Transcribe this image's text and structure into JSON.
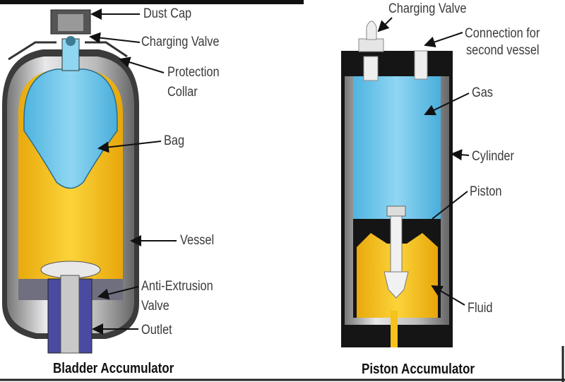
{
  "bladder": {
    "title": "Bladder Accumulator",
    "labels": {
      "dust_cap": "Dust Cap",
      "charging_valve": "Charging Valve",
      "protection_line1": "Protection",
      "protection_line2": "Collar",
      "bag": "Bag",
      "vessel": "Vessel",
      "anti_extrusion_line1": "Anti-Extrusion",
      "anti_extrusion_line2": "Valve",
      "outlet": "Outlet"
    }
  },
  "piston": {
    "title": "Piston Accumulator",
    "labels": {
      "charging_valve": "Charging Valve",
      "connection_line1": "Connection for",
      "connection_line2": "second vessel",
      "gas": "Gas",
      "cylinder": "Cylinder",
      "piston": "Piston",
      "fluid": "Fluid"
    }
  },
  "colors": {
    "gas": "#6cc6ea",
    "fluid": "#f5c21a",
    "shell": "#b8b8bc",
    "dark": "#151515"
  }
}
